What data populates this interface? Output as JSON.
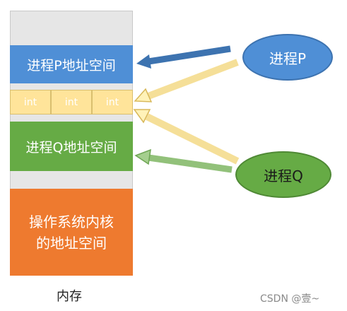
{
  "memory": {
    "process_p_space": "进程P地址空间",
    "shared_cells": [
      "int",
      "int",
      "int"
    ],
    "process_q_space": "进程Q地址空间",
    "kernel_space_line1": "操作系统内核",
    "kernel_space_line2": "的地址空间",
    "label": "内存"
  },
  "processes": {
    "p": "进程P",
    "q": "进程Q"
  },
  "watermark": "CSDN @壹~",
  "colors": {
    "blue": "#4f8fd6",
    "yellow": "#ffe49a",
    "green": "#66ab45",
    "orange": "#ee7a2f",
    "grey": "#e6e6e6"
  }
}
